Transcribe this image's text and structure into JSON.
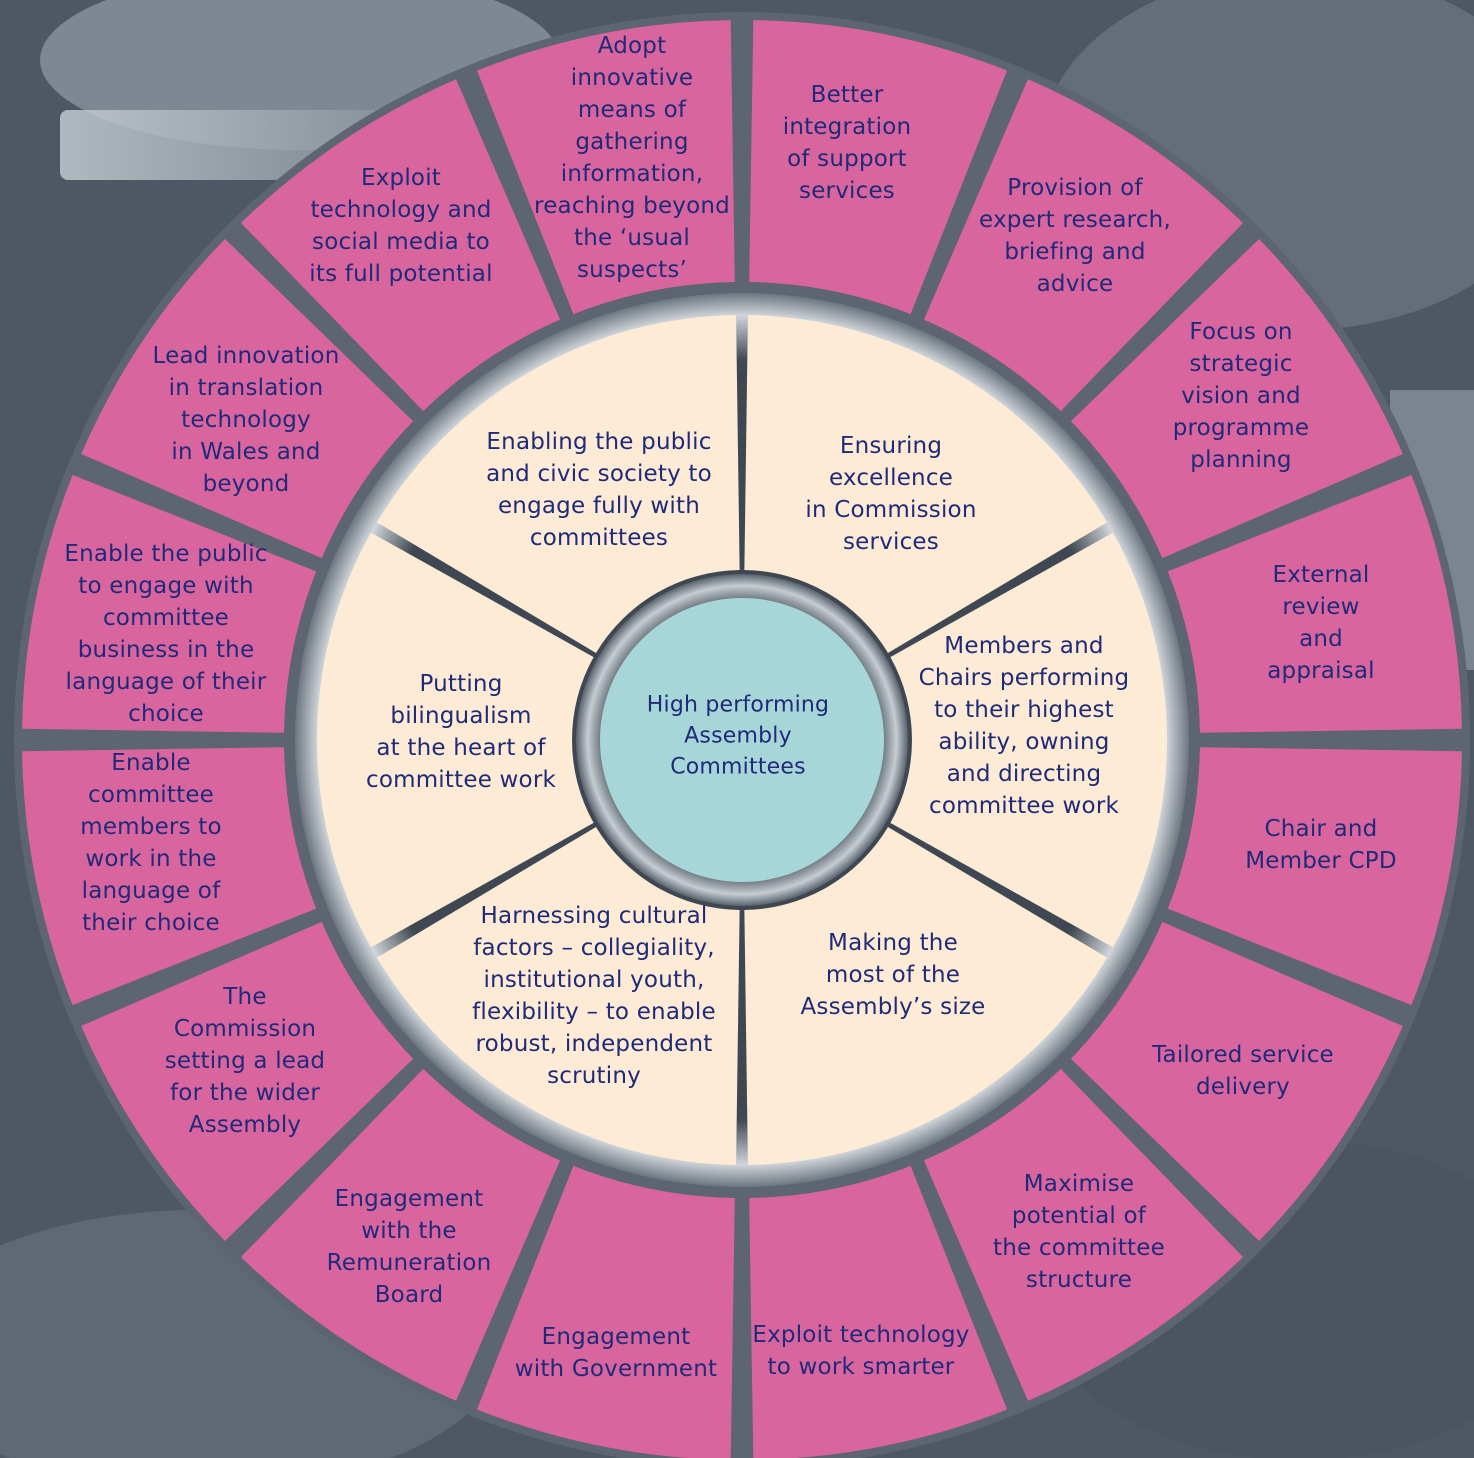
{
  "colors": {
    "outer_fill": "#d9659f",
    "inner_fill": "#fdebd6",
    "center_fill": "#a7d6d9",
    "text": "#1f2a78",
    "ring": "#5c6570"
  },
  "center": {
    "label": "High performing\nAssembly\nCommittees"
  },
  "inner_segments": [
    {
      "label": "Enabling the public\nand civic society to\nengage fully with\ncommittees"
    },
    {
      "label": "Ensuring\nexcellence\nin Commission\nservices"
    },
    {
      "label": "Members and\nChairs performing\nto their highest\nability, owning\nand directing\ncommittee work"
    },
    {
      "label": "Making the\nmost of the\nAssembly’s size"
    },
    {
      "label": "Harnessing cultural\nfactors – collegiality,\ninstitutional youth,\nflexibility – to enable\nrobust, independent\nscrutiny"
    },
    {
      "label": "Putting\nbilingualism\nat the heart of\ncommittee work"
    }
  ],
  "outer_segments": [
    {
      "label": "Better\nintegration\nof support\nservices"
    },
    {
      "label": "Provision of\nexpert research,\nbriefing and\nadvice"
    },
    {
      "label": "Focus on\nstrategic\nvision and\nprogramme\nplanning"
    },
    {
      "label": "External review\nand appraisal"
    },
    {
      "label": "Chair and\nMember CPD"
    },
    {
      "label": "Tailored service\ndelivery"
    },
    {
      "label": "Maximise\npotential of\nthe committee\nstructure"
    },
    {
      "label": "Exploit technology\nto work smarter"
    },
    {
      "label": "Engagement\nwith Government"
    },
    {
      "label": "Engagement\nwith the\nRemuneration\nBoard"
    },
    {
      "label": "The\nCommission\nsetting a lead\nfor the wider\nAssembly"
    },
    {
      "label": "Enable\ncommittee\nmembers to\nwork in the\nlanguage of\ntheir choice"
    },
    {
      "label": "Enable the public\nto engage with\ncommittee\nbusiness in the\nlanguage of their\nchoice"
    },
    {
      "label": "Lead innovation\nin translation\ntechnology\nin Wales and\nbeyond"
    },
    {
      "label": "Exploit\ntechnology and\nsocial media to\nits full potential"
    },
    {
      "label": "Adopt\ninnovative\nmeans of\ngathering\ninformation,\nreaching beyond\nthe ‘usual\nsuspects’"
    }
  ]
}
